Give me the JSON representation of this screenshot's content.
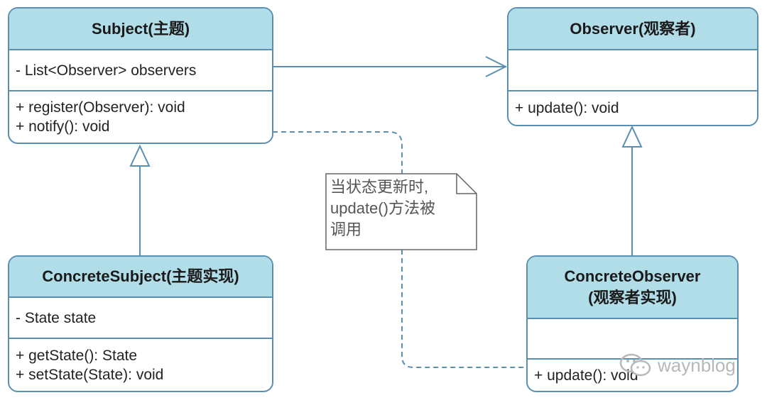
{
  "subject": {
    "title": "Subject(主题)",
    "attributes": [
      "- List<Observer> observers"
    ],
    "methods": [
      "+ register(Observer): void",
      "+ notify(): void"
    ]
  },
  "observer": {
    "title": "Observer(观察者)",
    "attributes": [],
    "methods": [
      "+ update(): void"
    ]
  },
  "concrete_subject": {
    "title": "ConcreteSubject(主题实现)",
    "attributes": [
      "- State state"
    ],
    "methods": [
      "+ getState(): State",
      "+ setState(State): void"
    ]
  },
  "concrete_observer": {
    "title_line1": "ConcreteObserver",
    "title_line2": "(观察者实现)",
    "attributes": [],
    "methods": [
      "+ update(): void"
    ]
  },
  "note": {
    "lines": [
      "当状态更新时,",
      "update()方法被",
      "调用"
    ]
  },
  "watermark": {
    "text": "waynblog",
    "icon": "wechat-icon"
  },
  "colors": {
    "header_fill": "#b1dde8",
    "border": "#5b8fb0",
    "dashed_line": "#5b8fb0"
  }
}
